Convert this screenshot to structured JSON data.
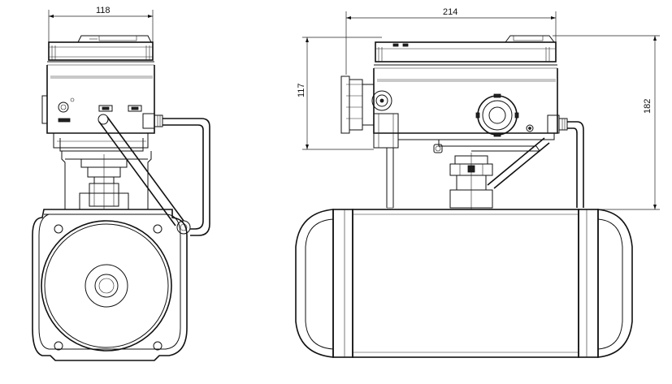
{
  "dimensions": {
    "front_width": "118",
    "side_width": "214",
    "side_height_body": "117",
    "side_height_total": "182"
  },
  "colors": {
    "line": "#111111",
    "background": "#ffffff"
  }
}
